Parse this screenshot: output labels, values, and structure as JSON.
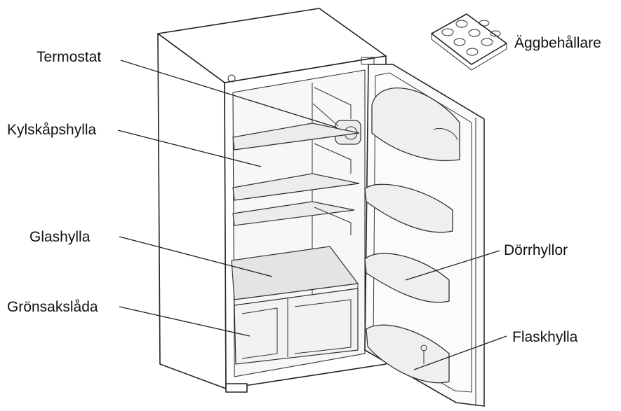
{
  "labels": {
    "termostat": "Termostat",
    "kylskapshylla": "Kylskåpshylla",
    "glashylla": "Glashylla",
    "gronsakslada": "Grönsakslåda",
    "aggbehallare": "Äggbehållare",
    "dorrhyllor": "Dörrhyllor",
    "flaskhylla": "Flaskhylla"
  },
  "icons": {
    "fridge": "refrigerator-illustration",
    "egg_tray": "egg-tray-icon"
  }
}
